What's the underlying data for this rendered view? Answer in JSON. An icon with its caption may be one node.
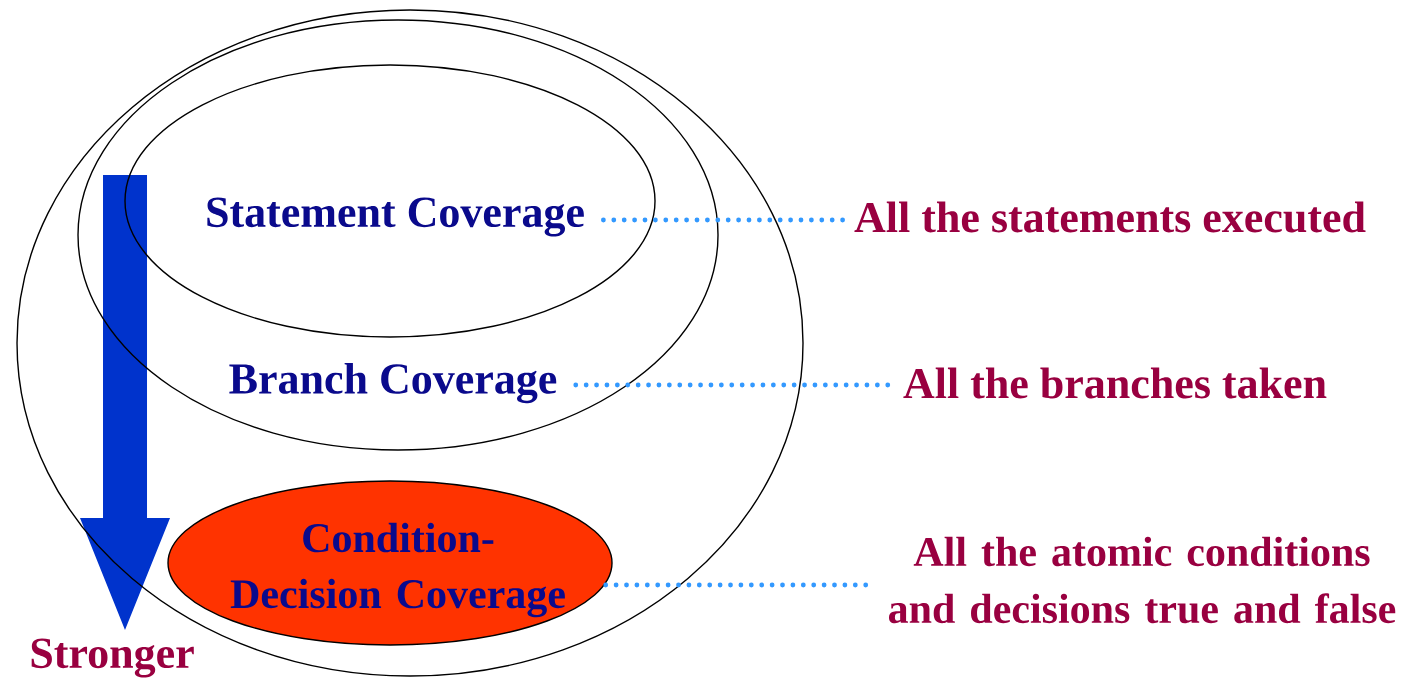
{
  "diagram": {
    "nodes": [
      {
        "text": [],
        "shape": "ellipse"
      },
      {
        "text": [
          "Branch Coverage"
        ],
        "in": 0
      },
      {
        "text": [
          "Statement Coverage"
        ],
        "in": 1
      },
      {
        "text": [
          "Condition-Decision Coverage"
        ],
        "in": 0
      },
      {
        "text": [
          "All the statements executed"
        ]
      },
      {
        "text": [
          "All the branches taken"
        ]
      },
      {
        "text": [
          "All the atomic conditions and decisions true and false"
        ]
      }
    ],
    "edges": [
      {
        "from": 2,
        "to": 4,
        "arrow": "none",
        "style": "dashed"
      },
      {
        "from": 1,
        "to": 5,
        "arrow": "none",
        "style": "dashed"
      },
      {
        "from": 3,
        "to": 6,
        "arrow": "none",
        "style": "dashed"
      }
    ],
    "labels": [
      "Stronger"
    ]
  }
}
